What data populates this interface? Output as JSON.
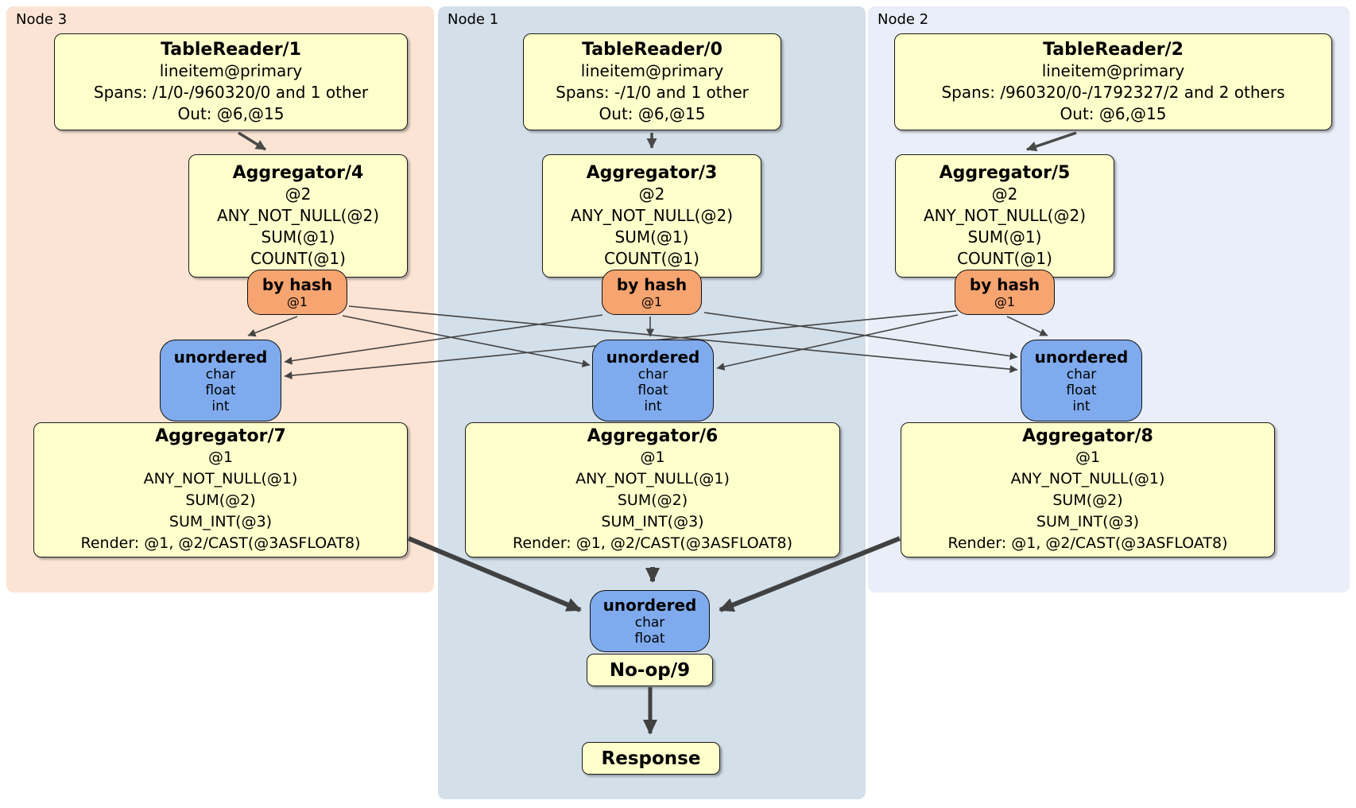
{
  "node3": {
    "label": "Node 3",
    "table_reader": {
      "title": "TableReader/1",
      "lines": [
        "lineitem@primary",
        "Spans: /1/0-/960320/0 and 1 other",
        "Out: @6,@15"
      ]
    },
    "aggregator_top": {
      "title": "Aggregator/4",
      "lines": [
        "@2",
        "ANY_NOT_NULL(@2)",
        "SUM(@1)",
        "COUNT(@1)"
      ]
    },
    "router": {
      "title": "by hash",
      "detail": "@1"
    },
    "sync": {
      "title": "unordered",
      "lines": [
        "char",
        "float",
        "int"
      ]
    },
    "aggregator_bottom": {
      "title": "Aggregator/7",
      "lines": [
        "@1",
        "ANY_NOT_NULL(@1)",
        "SUM(@2)",
        "SUM_INT(@3)",
        "Render: @1, @2/CAST(@3ASFLOAT8)"
      ]
    }
  },
  "node1": {
    "label": "Node 1",
    "table_reader": {
      "title": "TableReader/0",
      "lines": [
        "lineitem@primary",
        "Spans: -/1/0 and 1 other",
        "Out: @6,@15"
      ]
    },
    "aggregator_top": {
      "title": "Aggregator/3",
      "lines": [
        "@2",
        "ANY_NOT_NULL(@2)",
        "SUM(@1)",
        "COUNT(@1)"
      ]
    },
    "router": {
      "title": "by hash",
      "detail": "@1"
    },
    "sync": {
      "title": "unordered",
      "lines": [
        "char",
        "float",
        "int"
      ]
    },
    "aggregator_bottom": {
      "title": "Aggregator/6",
      "lines": [
        "@1",
        "ANY_NOT_NULL(@1)",
        "SUM(@2)",
        "SUM_INT(@3)",
        "Render: @1, @2/CAST(@3ASFLOAT8)"
      ]
    }
  },
  "node2": {
    "label": "Node 2",
    "table_reader": {
      "title": "TableReader/2",
      "lines": [
        "lineitem@primary",
        "Spans: /960320/0-/1792327/2 and 2 others",
        "Out: @6,@15"
      ]
    },
    "aggregator_top": {
      "title": "Aggregator/5",
      "lines": [
        "@2",
        "ANY_NOT_NULL(@2)",
        "SUM(@1)",
        "COUNT(@1)"
      ]
    },
    "router": {
      "title": "by hash",
      "detail": "@1"
    },
    "sync": {
      "title": "unordered",
      "lines": [
        "char",
        "float",
        "int"
      ]
    },
    "aggregator_bottom": {
      "title": "Aggregator/8",
      "lines": [
        "@1",
        "ANY_NOT_NULL(@1)",
        "SUM(@2)",
        "SUM_INT(@3)",
        "Render: @1, @2/CAST(@3ASFLOAT8)"
      ]
    }
  },
  "final": {
    "sync": {
      "title": "unordered",
      "lines": [
        "char",
        "float"
      ]
    },
    "noop": {
      "title": "No-op/9"
    },
    "response": {
      "title": "Response"
    }
  },
  "colors": {
    "node3_bg": "#fce4d4",
    "node1_bg": "#d3dfe9",
    "node2_bg": "#e9eef8",
    "processor_bg": "#ffffcc",
    "router_bg": "#f6a470",
    "sync_bg": "#7fabee",
    "edge": "#444444"
  }
}
